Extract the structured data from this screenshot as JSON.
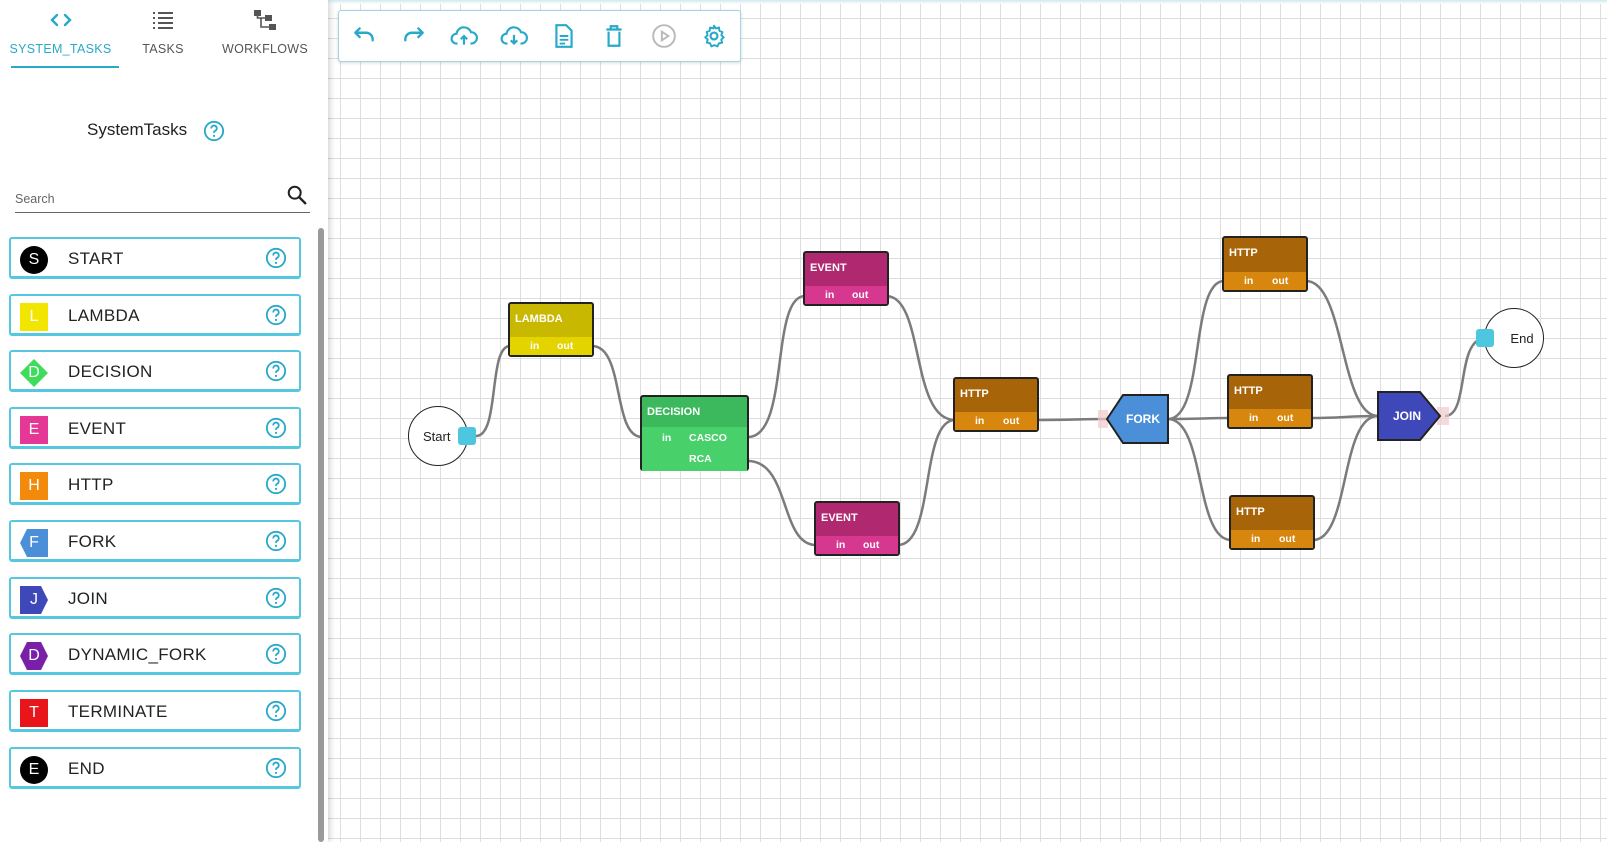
{
  "sidebar": {
    "tabs": [
      {
        "label": "SYSTEM_TASKS",
        "icon": "code-icon"
      },
      {
        "label": "TASKS",
        "icon": "list-icon"
      },
      {
        "label": "WORKFLOWS",
        "icon": "workflow-icon"
      }
    ],
    "active_tab": "SYSTEM_TASKS",
    "panel_title": "SystemTasks",
    "search": {
      "placeholder": "Search",
      "value": ""
    },
    "items": [
      {
        "letter": "S",
        "label": "START",
        "color": "#000000",
        "shape": "circle"
      },
      {
        "letter": "L",
        "label": "LAMBDA",
        "color": "#f2e600",
        "shape": "square"
      },
      {
        "letter": "D",
        "label": "DECISION",
        "color": "#3ddc5a",
        "shape": "diamond"
      },
      {
        "letter": "E",
        "label": "EVENT",
        "color": "#e53795",
        "shape": "square"
      },
      {
        "letter": "H",
        "label": "HTTP",
        "color": "#f28b0c",
        "shape": "square"
      },
      {
        "letter": "F",
        "label": "FORK",
        "color": "#4a8fd8",
        "shape": "fork"
      },
      {
        "letter": "J",
        "label": "JOIN",
        "color": "#3f48b8",
        "shape": "join"
      },
      {
        "letter": "D",
        "label": "DYNAMIC_FORK",
        "color": "#7a1fa8",
        "shape": "hexagon"
      },
      {
        "letter": "T",
        "label": "TERMINATE",
        "color": "#e8161b",
        "shape": "square"
      },
      {
        "letter": "E",
        "label": "END",
        "color": "#000000",
        "shape": "circle"
      }
    ]
  },
  "toolbar": {
    "buttons": [
      "undo-icon",
      "redo-icon",
      "upload-icon",
      "download-icon",
      "file-icon",
      "delete-icon",
      "play-icon",
      "settings-icon"
    ]
  },
  "canvas": {
    "start_label": "Start",
    "end_label": "End",
    "lambda": {
      "title": "LAMBDA",
      "in": "in",
      "out": "out"
    },
    "decision": {
      "title": "DECISION",
      "in": "in",
      "case1": "CASCO",
      "case2": "RCA"
    },
    "event_top": {
      "title": "EVENT",
      "in": "in",
      "out": "out"
    },
    "event_bottom": {
      "title": "EVENT",
      "in": "in",
      "out": "out"
    },
    "http_mid": {
      "title": "HTTP",
      "in": "in",
      "out": "out"
    },
    "fork_label": "FORK",
    "http_branch1": {
      "title": "HTTP",
      "in": "in",
      "out": "out"
    },
    "http_branch2": {
      "title": "HTTP",
      "in": "in",
      "out": "out"
    },
    "http_branch3": {
      "title": "HTTP",
      "in": "in",
      "out": "out"
    },
    "join_label": "JOIN",
    "colors": {
      "lambda": "#c8b800",
      "decision": "#3cb95c",
      "event": "#c42d82",
      "http": "#c7780c",
      "fork": "#4a8fd8",
      "join": "#3f48b8",
      "accent": "#29a9c9"
    }
  }
}
